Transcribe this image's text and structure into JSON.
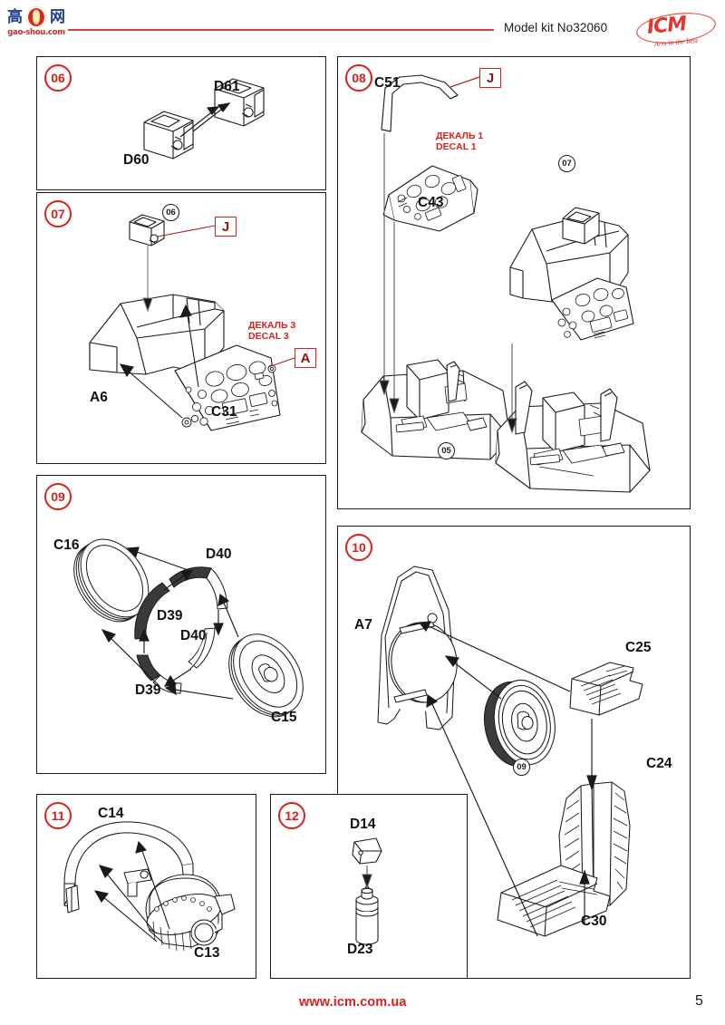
{
  "header": {
    "watermark": {
      "chars": [
        "高",
        "网"
      ],
      "seal_icon": "seal-icon",
      "url": "gao-shou.com"
    },
    "kit_title": "Model kit No32060",
    "rule_color": "#d9423c",
    "brand": {
      "name": "ICM",
      "slogan": "Arts in the best",
      "color": "#e0362f"
    }
  },
  "footer": {
    "url": "www.icm.com.ua",
    "page_number": "5",
    "url_color": "#d9201c"
  },
  "colors": {
    "step_badge": "#d9201c",
    "decal_text": "#d9201c",
    "letter_box_border": "#d9201c",
    "letter_glyph": "#8d1410",
    "line": "#1a1a1a"
  },
  "panels": [
    {
      "id": "panel-06",
      "step": "06",
      "parts": [
        "D60",
        "D61"
      ],
      "labels": [
        {
          "text": "D61",
          "name": "part-label-d61"
        },
        {
          "text": "D60",
          "name": "part-label-d60"
        }
      ]
    },
    {
      "id": "panel-07",
      "step": "07",
      "subrefs": [
        "06"
      ],
      "parts": [
        "A6",
        "C31"
      ],
      "labels": [
        {
          "text": "A6",
          "name": "part-label-a6"
        },
        {
          "text": "C31",
          "name": "part-label-c31"
        }
      ],
      "decal": {
        "ru": "ДЕКАЛЬ 3",
        "en": "DECAL 3"
      },
      "markers": [
        {
          "letter": "J",
          "name": "marker-j"
        },
        {
          "letter": "A",
          "name": "marker-a"
        }
      ]
    },
    {
      "id": "panel-08",
      "step": "08",
      "subrefs": [
        "07",
        "05"
      ],
      "parts": [
        "C51",
        "C43"
      ],
      "labels": [
        {
          "text": "C51",
          "name": "part-label-c51"
        },
        {
          "text": "C43",
          "name": "part-label-c43"
        }
      ],
      "decal": {
        "ru": "ДЕКАЛЬ 1",
        "en": "DECAL 1"
      },
      "markers": [
        {
          "letter": "J",
          "name": "marker-j"
        }
      ]
    },
    {
      "id": "panel-09",
      "step": "09",
      "parts": [
        "C16",
        "C15",
        "D39",
        "D40"
      ],
      "labels": [
        {
          "text": "C16",
          "name": "part-label-c16"
        },
        {
          "text": "D40",
          "name": "part-label-d40-top"
        },
        {
          "text": "D39",
          "name": "part-label-d39-mid"
        },
        {
          "text": "D40",
          "name": "part-label-d40-mid"
        },
        {
          "text": "D39",
          "name": "part-label-d39-bottom"
        },
        {
          "text": "C15",
          "name": "part-label-c15"
        }
      ]
    },
    {
      "id": "panel-10",
      "step": "10",
      "subrefs": [
        "09"
      ],
      "parts": [
        "A7",
        "C25",
        "C24",
        "C30"
      ],
      "labels": [
        {
          "text": "A7",
          "name": "part-label-a7"
        },
        {
          "text": "C25",
          "name": "part-label-c25"
        },
        {
          "text": "C24",
          "name": "part-label-c24"
        },
        {
          "text": "C30",
          "name": "part-label-c30"
        }
      ]
    },
    {
      "id": "panel-11",
      "step": "11",
      "parts": [
        "C14",
        "C13"
      ],
      "labels": [
        {
          "text": "C14",
          "name": "part-label-c14"
        },
        {
          "text": "C13",
          "name": "part-label-c13"
        }
      ]
    },
    {
      "id": "panel-12",
      "step": "12",
      "parts": [
        "D14",
        "D23"
      ],
      "labels": [
        {
          "text": "D14",
          "name": "part-label-d14"
        },
        {
          "text": "D23",
          "name": "part-label-d23"
        }
      ]
    }
  ]
}
